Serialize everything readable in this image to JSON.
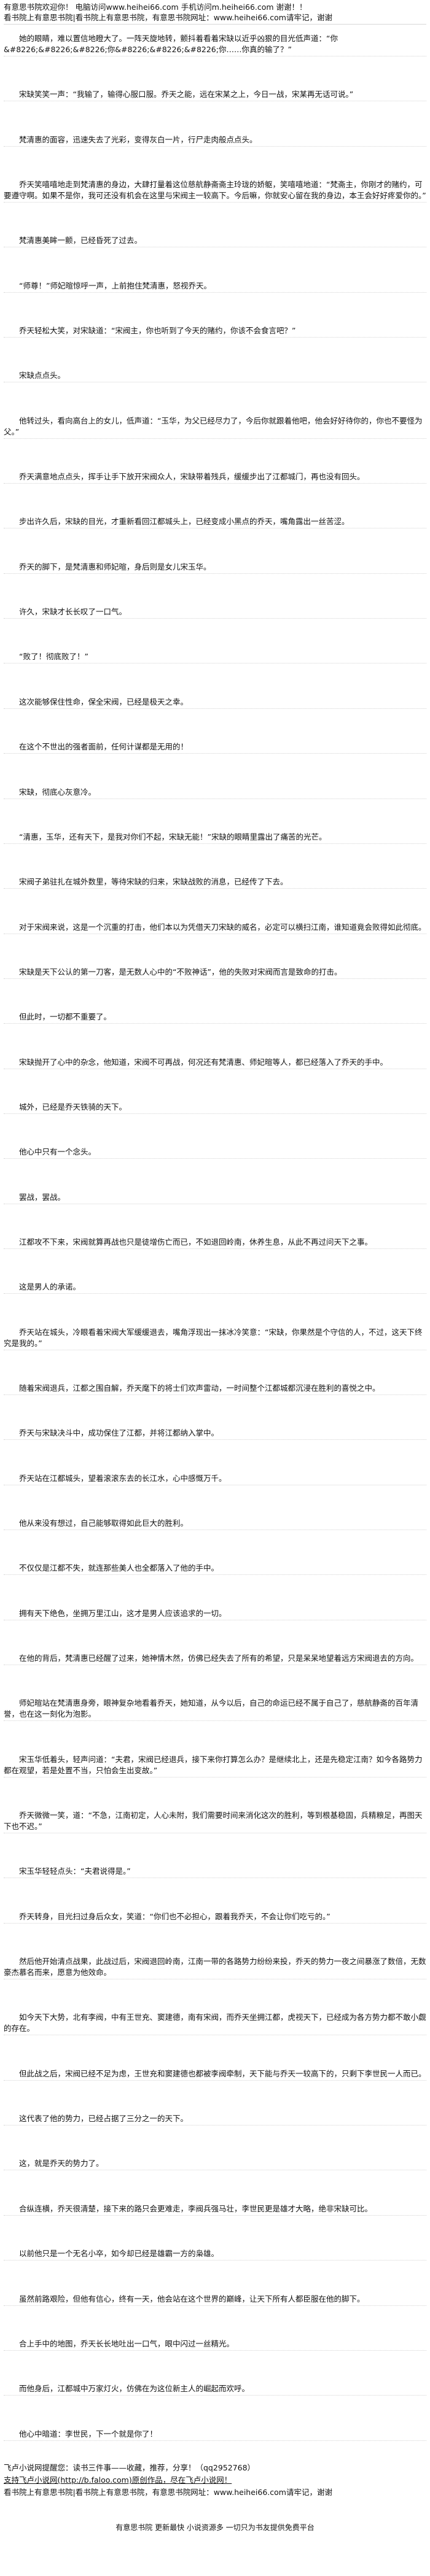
{
  "site": {
    "welcome": "有意思书院欢迎你！ 电脑访问www.heihei66.com 手机访问m.heihei66.com 谢谢！！",
    "notice_top": "看书院上有意思书院|看书院上有意思书院，有意思书院网址：www.heihei66.com请牢记，谢谢"
  },
  "chapter": {
    "paragraphs": [
      "她的眼睛，难以置信地瞪大了。一阵天旋地转，颤抖着看着宋缺以近乎凶狠的目光低声道：“你&#8226;&#8226;&#8226;你&#8226;&#8226;&#8226;你……你真的输了？”",
      "宋缺笑笑一声：“我输了，输得心服口服。乔天之能，远在宋某之上，今日一战，宋某再无话可说。”",
      "梵清惠的面容，迅速失去了光彩，变得灰白一片，行尸走肉般点点头。",
      "乔天笑嘻嘻地走到梵清惠的身边，大肆打量着这位慈航静斋斋主玲珑的娇躯，笑嘻嘻地道：“梵斋主，你刚才的赌约，可要遵守啊。如果不是你，我可还没有机会在这里与宋阀主一较高下。今后嘛，你就安心留在我的身边，本王会好好疼爱你的。”",
      "梵清惠美眸一颤，已经昏死了过去。",
      "“师尊！”师妃暄惊呼一声，上前抱住梵清惠，怒视乔天。",
      "乔天轻松大笑，对宋缺道：“宋阀主，你也听到了今天的赌约，你该不会食言吧？”",
      "宋缺点点头。",
      "他转过头，看向高台上的女儿，低声道：“玉华，为父已经尽力了，今后你就跟着他吧，他会好好待你的，你也不要怪为父。”",
      "乔天满意地点点头，挥手让手下放开宋阀众人，宋缺带着残兵，缓缓步出了江都城门，再也没有回头。",
      "步出许久后，宋缺的目光，才重新看回江都城头上，已经变成小黑点的乔天，嘴角露出一丝苦涩。",
      "乔天的脚下，是梵清惠和师妃暄，身后则是女儿宋玉华。",
      "许久，宋缺才长长叹了一口气。",
      "“败了！彻底败了！”",
      "这次能够保住性命，保全宋阀，已经是极天之幸。",
      "在这个不世出的强者面前，任何计谋都是无用的！",
      "宋缺，彻底心灰意冷。",
      "“清惠，玉华，还有天下，是我对你们不起，宋缺无能！”宋缺的眼睛里露出了痛苦的光芒。",
      "宋阀子弟驻扎在城外数里，等待宋缺的归来，宋缺战败的消息，已经传了下去。",
      "对于宋阀来说，这是一个沉重的打击，他们本以为凭借天刀宋缺的威名，必定可以横扫江南，谁知道竟会败得如此彻底。",
      "宋缺是天下公认的第一刀客，是无数人心中的“不败神话”，他的失败对宋阀而言是致命的打击。",
      "但此时，一切都不重要了。",
      "宋缺抛开了心中的杂念，他知道，宋阀不可再战，何况还有梵清惠、师妃暄等人，都已经落入了乔天的手中。",
      "城外，已经是乔天铁骑的天下。",
      "他心中只有一个念头。",
      "罢战，罢战。",
      "江都攻不下来，宋阀就算再战也只是徒增伤亡而已，不如退回岭南，休养生息，从此不再过问天下之事。",
      "这是男人的承诺。",
      "乔天站在城头，冷眼看着宋阀大军缓缓退去，嘴角浮现出一抹冰冷笑意：“宋缺，你果然是个守信的人，不过，这天下终究是我的。”",
      "随着宋阀退兵，江都之围自解，乔天麾下的将士们欢声雷动，一时间整个江都城都沉浸在胜利的喜悦之中。",
      "乔天与宋缺决斗中，成功保住了江都，并将江都纳入掌中。",
      "乔天站在江都城头，望着滚滚东去的长江水，心中感慨万千。",
      "他从来没有想过，自己能够取得如此巨大的胜利。",
      "不仅仅是江都不失，就连那些美人也全都落入了他的手中。",
      "拥有天下绝色，坐拥万里江山，这才是男人应该追求的一切。",
      "在他的背后，梵清惠已经醒了过来，她神情木然，仿佛已经失去了所有的希望，只是呆呆地望着远方宋阀退去的方向。",
      "师妃暄站在梵清惠身旁，眼神复杂地看着乔天，她知道，从今以后，自己的命运已经不属于自己了，慈航静斋的百年清誉，也在这一刻化为泡影。",
      "宋玉华低着头，轻声问道：“夫君，宋阀已经退兵，接下来你打算怎么办？是继续北上，还是先稳定江南？如今各路势力都在观望，若是处置不当，只怕会生出变故。”",
      "乔天微微一笑，道：“不急，江南初定，人心未附，我们需要时间来消化这次的胜利，等到根基稳固，兵精粮足，再图天下也不迟。”",
      "宋玉华轻轻点头：“夫君说得是。”",
      "乔天转身，目光扫过身后众女，笑道：“你们也不必担心，跟着我乔天，不会让你们吃亏的。”",
      "然后他开始清点战果，此战过后，宋阀退回岭南，江南一带的各路势力纷纷来投，乔天的势力一夜之间暴涨了数倍，无数豪杰慕名而来，愿意为他效命。",
      "如今天下大势，北有李阀，中有王世充、窦建德，南有宋阀，而乔天坐拥江都，虎视天下，已经成为各方势力都不敢小觑的存在。",
      "但此战之后，宋阀已经不足为虑，王世充和窦建德也都被李阀牵制，天下能与乔天一较高下的，只剩下李世民一人而已。",
      "这代表了他的势力，已经占据了三分之一的天下。",
      "这，就是乔天的势力了。",
      "合纵连横，乔天很清楚，接下来的路只会更难走，李阀兵强马壮，李世民更是雄才大略，绝非宋缺可比。",
      "以前他只是一个无名小卒，如今却已经是雄霸一方的枭雄。",
      "虽然前路艰险，但他有信心，终有一天，他会站在这个世界的巅峰，让天下所有人都臣服在他的脚下。",
      "合上手中的地图，乔天长长地吐出一口气，眼中闪过一丝精光。",
      "而他身后，江都城中万家灯火，仿佛在为这位新主人的崛起而欢呼。",
      "他心中暗道：李世民，下一个就是你了！"
    ]
  },
  "footer": {
    "faloo_reminder": "飞卢小说网提醒您：读书三件事——收藏，推荐，分享！（qq2952768）",
    "faloo_support": "支持飞卢小说网(http://b.faloo.com)原创作品，尽在飞卢小说网！",
    "notice_bottom": "看书院上有意思书院|看书院上有意思书院，有意思书院网址：www.heihei66.com请牢记，谢谢",
    "slogan": "有意思书院 更新最快 小说资源多 一切只为书友提供免费平台"
  }
}
